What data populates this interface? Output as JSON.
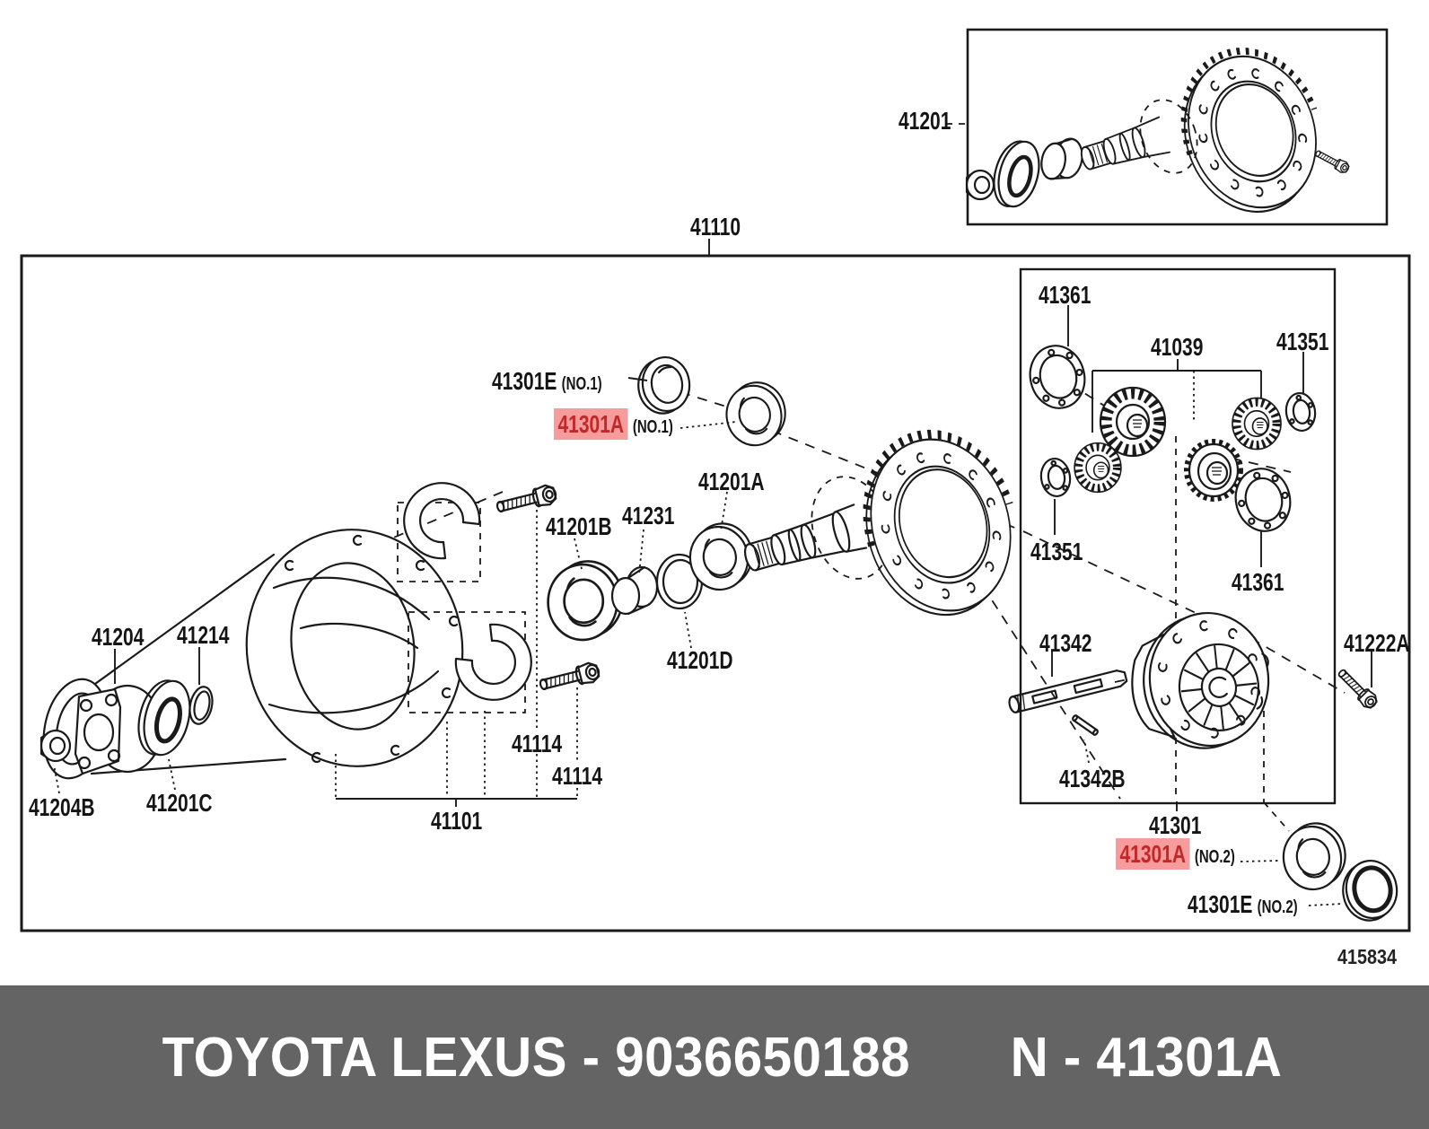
{
  "colors": {
    "ink": "#1a1a1a",
    "highlight_bg": "#f79c9c",
    "highlight_text": "#c32828",
    "footer_bg": "#646464",
    "footer_text": "#ffffff"
  },
  "footer": {
    "left": "TOYOTA LEXUS - 9036650188",
    "right": "N - 41301A"
  },
  "sheet_code": "415834",
  "labels": {
    "pinion_kit": "41201",
    "carrier_assy": "41110",
    "oil_seal": "41301E",
    "pinion_bearing": "41301A",
    "no1": "(NO.1)",
    "no2": "(NO.2)",
    "rear_bearing": "41201A",
    "front_bearing": "41201B",
    "bearing_spacer": "41231",
    "oring": "41201D",
    "companion_flange": "41204",
    "flange_oring": "41214",
    "flange_nut": "41204B",
    "flange_seal": "41201C",
    "carrier_case": "41101",
    "cap_bolt": "41114",
    "thrust_washer_361": "41361",
    "gear_kit": "41039",
    "thrust_washer_351": "41351",
    "pinion_shaft": "41342",
    "straight_pin": "41342B",
    "case_bolt": "41222A",
    "diff_case": "41301"
  }
}
